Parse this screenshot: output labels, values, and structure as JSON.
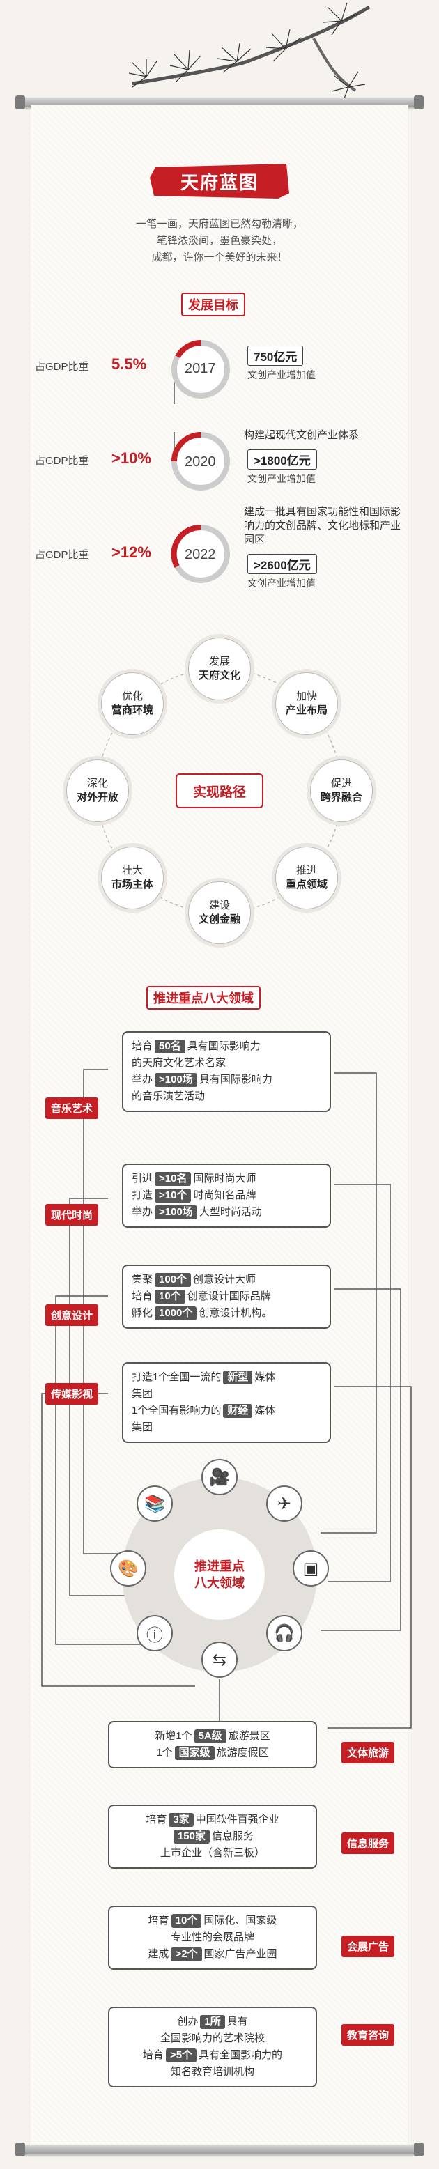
{
  "title": "天府蓝图",
  "intro": [
    "一笔一画，天府蓝图已然勾勒清晰，",
    "笔锋浓淡间，墨色豪染处，",
    "成都，许你一个美好的未来！"
  ],
  "goals": {
    "label": "发展目标",
    "items": [
      {
        "gdp_label": "占GDP比重",
        "gdp_value": "5.5%",
        "year": "2017",
        "desc": "",
        "amount": "750亿元",
        "amount_label": "文创产业增加值"
      },
      {
        "gdp_label": "占GDP比重",
        "gdp_value": ">10%",
        "year": "2020",
        "desc": "构建起现代文创产业体系",
        "amount": ">1800亿元",
        "amount_label": "文创产业增加值"
      },
      {
        "gdp_label": "占GDP比重",
        "gdp_value": ">12%",
        "year": "2022",
        "desc": "建成一批具有国家功能性和国际影响力的文创品牌、文化地标和产业园区",
        "amount": ">2600亿元",
        "amount_label": "文创产业增加值"
      }
    ]
  },
  "paths": {
    "label": "实现路径",
    "nodes": [
      {
        "top": "发展",
        "bottom": "天府文化"
      },
      {
        "top": "加快",
        "bottom": "产业布局"
      },
      {
        "top": "促进",
        "bottom": "跨界融合"
      },
      {
        "top": "推进",
        "bottom": "重点领域"
      },
      {
        "top": "建设",
        "bottom": "文创金融"
      },
      {
        "top": "壮大",
        "bottom": "市场主体"
      },
      {
        "top": "深化",
        "bottom": "对外开放"
      },
      {
        "top": "优化",
        "bottom": "营商环境"
      }
    ]
  },
  "fields": {
    "label": "推进重点八大领域",
    "hub_line1": "推进重点",
    "hub_line2": "八大领域",
    "music": {
      "tag": "音乐艺术",
      "l1a": "培育",
      "l1b": "50名",
      "l1c": "具有国际影响力",
      "l1d": "的天府文化艺术名家",
      "l2a": "举办",
      "l2b": ">100场",
      "l2c": "具有国际影响力",
      "l2d": "的音乐演艺活动"
    },
    "fashion": {
      "tag": "现代时尚",
      "r1a": "引进",
      "r1b": ">10名",
      "r1c": "国际时尚大师",
      "r2a": "打造",
      "r2b": ">10个",
      "r2c": "时尚知名品牌",
      "r3a": "举办",
      "r3b": ">100场",
      "r3c": "大型时尚活动"
    },
    "design": {
      "tag": "创意设计",
      "r1a": "集聚",
      "r1b": "100个",
      "r1c": "创意设计大师",
      "r2a": "培育",
      "r2b": "10个",
      "r2c": "创意设计国际品牌",
      "r3a": "孵化",
      "r3b": "1000个",
      "r3c": "创意设计机构。"
    },
    "media": {
      "tag": "传媒影视",
      "r1a": "打造1个全国一流的",
      "r1b": "新型",
      "r1c": "媒体",
      "r1d": "集团",
      "r2a": "1个全国有影响力的",
      "r2b": "财经",
      "r2c": "媒体",
      "r2d": "集团"
    },
    "tourism": {
      "tag": "文体旅游",
      "r1a": "新增1个",
      "r1b": "5A级",
      "r1c": "旅游景区",
      "r2a": "1个",
      "r2b": "国家级",
      "r2c": "旅游度假区"
    },
    "info": {
      "tag": "信息服务",
      "r1a": "培育",
      "r1b": "3家",
      "r1c": "中国软件百强企业",
      "r2b": "150家",
      "r2c": "信息服务",
      "r3": "上市企业（含新三板）"
    },
    "expo": {
      "tag": "会展广告",
      "r1a": "培育",
      "r1b": "10个",
      "r1c": "国际化、国家级",
      "r1d": "专业性的会展品牌",
      "r2a": "建成",
      "r2b": ">2个",
      "r2c": "国家广告产业园"
    },
    "edu": {
      "tag": "教育咨询",
      "r1a": "创办",
      "r1b": "1所",
      "r1c": "具有",
      "r1d": "全国影响力的艺术院校",
      "r2a": "培育",
      "r2b": ">5个",
      "r2c": "具有全国影响力的",
      "r2d": "知名教育培训机构"
    }
  },
  "icons": [
    "video-camera-icon",
    "paper-plane-icon",
    "shopping-bag-icon",
    "headphones-icon",
    "signpost-icon",
    "info-icon",
    "palette-icon",
    "books-icon"
  ],
  "colors": {
    "accent": "#c51e24",
    "dark": "#555555"
  }
}
